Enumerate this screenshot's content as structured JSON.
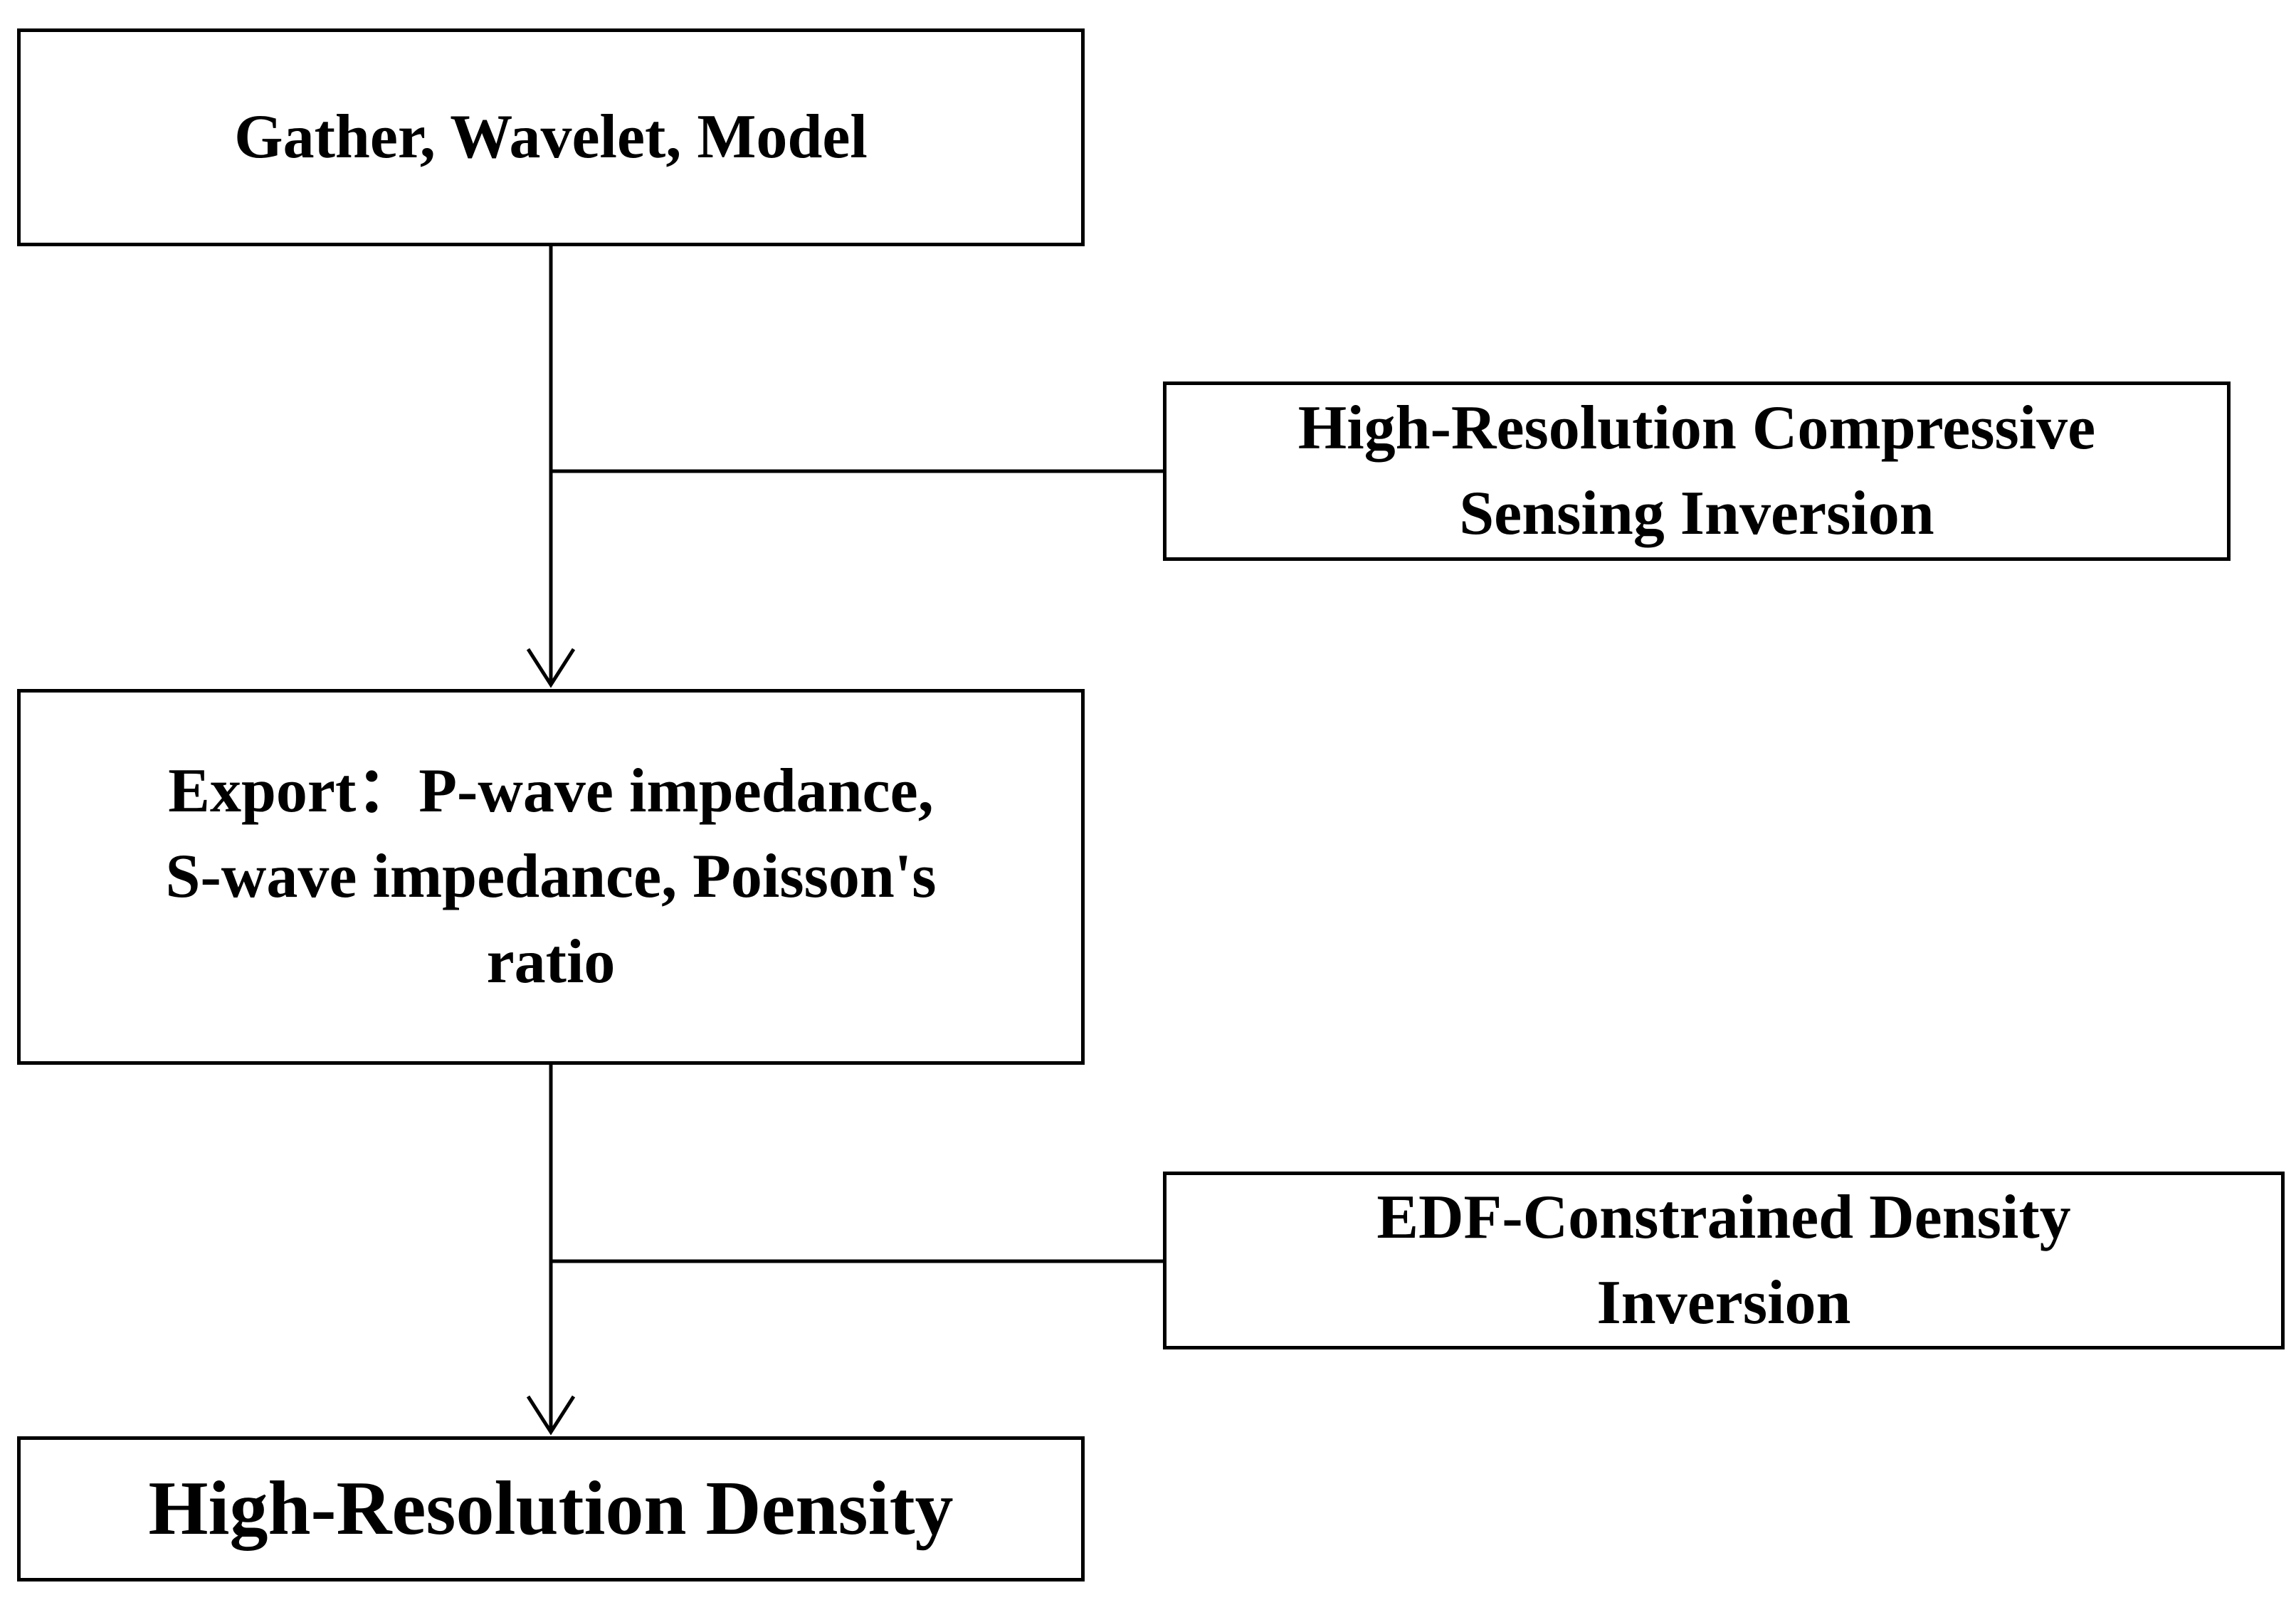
{
  "diagram": {
    "nodes": {
      "gather": {
        "label": "Gather, Wavelet, Model"
      },
      "hrcs": {
        "label": "High-Resolution Compressive\nSensing Inversion"
      },
      "export": {
        "label": "Export：P-wave impedance,\nS-wave impedance, Poisson's\nratio"
      },
      "edf": {
        "label": "EDF-Constrained Density\nInversion"
      },
      "density": {
        "label": "High-Resolution Density"
      }
    },
    "edges": [
      {
        "from": "gather",
        "to": "export",
        "via": "hrcs"
      },
      {
        "from": "export",
        "to": "density",
        "via": "edf"
      }
    ],
    "colors": {
      "stroke": "#000000",
      "fill": "#ffffff",
      "text": "#000000"
    }
  }
}
